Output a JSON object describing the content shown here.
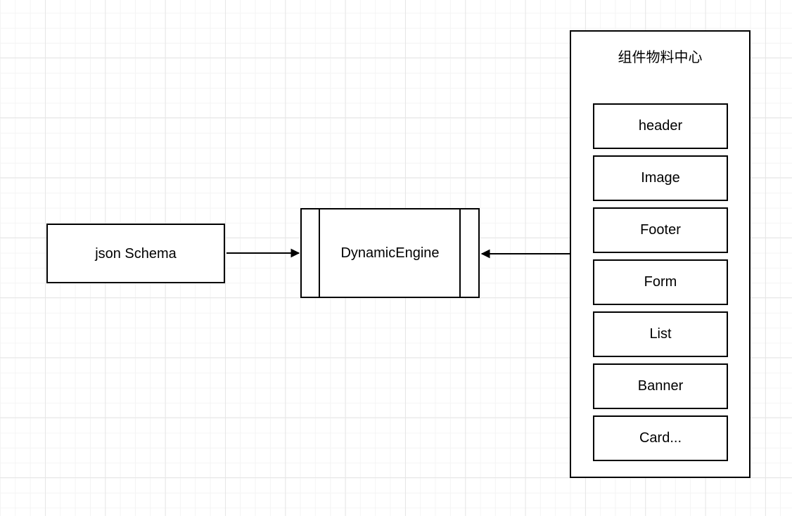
{
  "diagram": {
    "nodes": {
      "json_schema": {
        "label": "json Schema",
        "shape": "rectangle"
      },
      "dynamic_engine": {
        "label": "DynamicEngine",
        "shape": "process-with-side-bars"
      },
      "material_center": {
        "title": "组件物料中心",
        "shape": "container",
        "items": [
          {
            "label": "header"
          },
          {
            "label": "Image"
          },
          {
            "label": "Footer"
          },
          {
            "label": "Form"
          },
          {
            "label": "List"
          },
          {
            "label": "Banner"
          },
          {
            "label": "Card..."
          }
        ]
      }
    },
    "edges": [
      {
        "from": "json_schema",
        "to": "dynamic_engine",
        "arrowhead": "filled-triangle",
        "direction": "left-to-right"
      },
      {
        "from": "material_center",
        "to": "dynamic_engine",
        "arrowhead": "filled-triangle",
        "direction": "right-to-left"
      }
    ],
    "colors": {
      "stroke": "#000000",
      "fill": "#ffffff",
      "text": "#000000",
      "grid_minor": "#f4f4f4",
      "grid_major": "#e6e6e6",
      "canvas": "#ffffff"
    }
  }
}
